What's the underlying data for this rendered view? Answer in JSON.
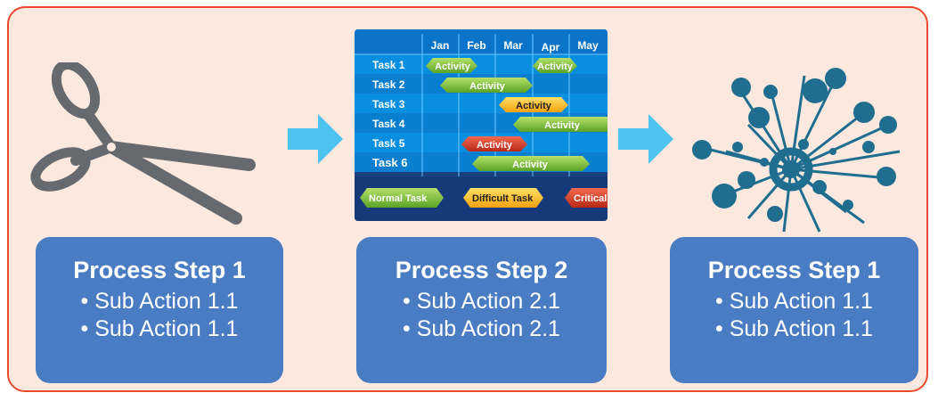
{
  "steps": [
    {
      "title": "Process Step 1",
      "items": [
        "• Sub Action 1.1",
        "• Sub Action 1.1"
      ]
    },
    {
      "title": "Process Step 2",
      "items": [
        "• Sub Action 2.1",
        "• Sub Action 2.1"
      ]
    },
    {
      "title": "Process Step 1",
      "items": [
        "• Sub Action 1.1",
        "• Sub Action 1.1"
      ]
    }
  ],
  "icons": {
    "left": "scissors-icon",
    "right": "network-burst-icon",
    "arrows": "right-arrow-icon"
  },
  "gantt": {
    "months": [
      "Jan",
      "Feb",
      "Mar",
      "Apr",
      "May"
    ],
    "tasks": [
      "Task 1",
      "Task 2",
      "Task 3",
      "Task 4",
      "Task 5",
      "Task 6"
    ],
    "bar_label": "Activity",
    "legend": [
      "Normal Task",
      "Difficult Task",
      "Critical"
    ]
  },
  "colors": {
    "frame_border": "#e8492f",
    "frame_fill": "#fbe8df",
    "box_fill": "#4a7cc3",
    "arrow": "#4fc3f0",
    "icon_dark": "#666a6e",
    "network": "#1f6e8f"
  }
}
